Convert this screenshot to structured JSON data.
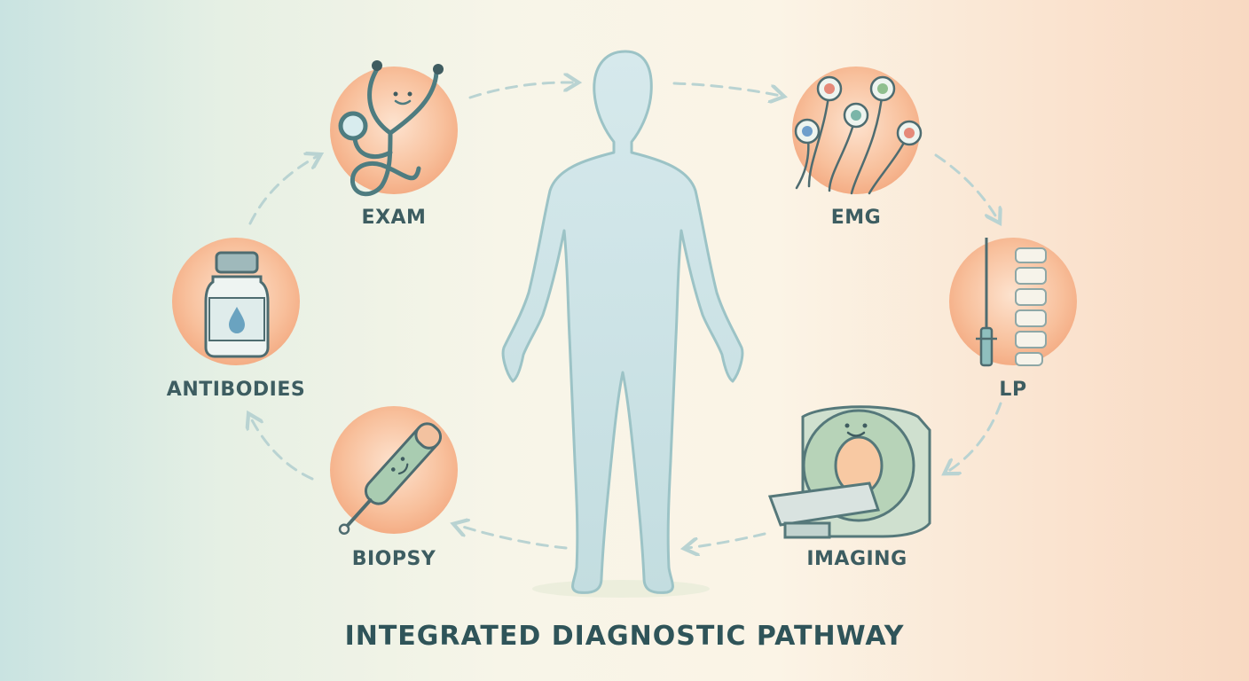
{
  "title": "INTEGRATED DIAGNOSTIC PATHWAY",
  "steps": [
    {
      "label": "EXAM",
      "icon": "stethoscope-icon"
    },
    {
      "label": "EMG",
      "icon": "electrodes-icon"
    },
    {
      "label": "LP",
      "icon": "spinal-needle-icon"
    },
    {
      "label": "IMAGING",
      "icon": "mri-scanner-icon"
    },
    {
      "label": "BIOPSY",
      "icon": "biopsy-needle-icon"
    },
    {
      "label": "ANTIBODIES",
      "icon": "vial-icon"
    }
  ],
  "colors": {
    "text": "#3d5d61",
    "circle": "#f6b68f",
    "body": "#cfe4e6",
    "outline": "#5a8488",
    "arrow": "#b9d3d2"
  }
}
